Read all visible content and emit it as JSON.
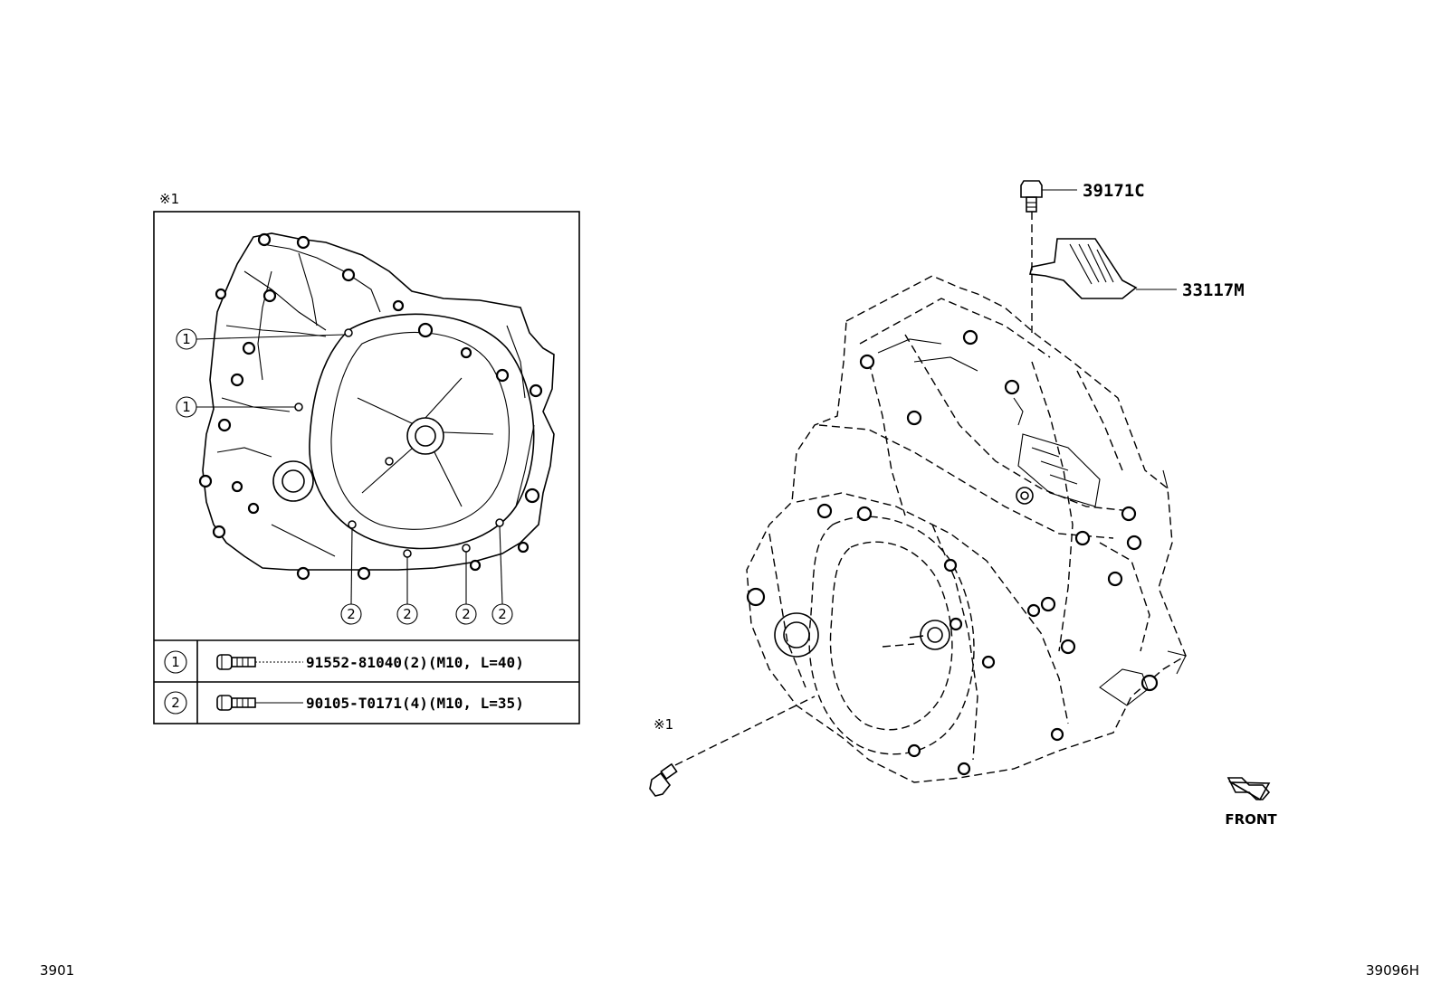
{
  "labels": {
    "marker_inset": "※1",
    "marker_bolt": "※1",
    "part_bolt_top": "39171C",
    "part_bracket": "33117M",
    "front": "FRONT",
    "page_left": "3901",
    "page_right": "39096H"
  },
  "callouts": {
    "one": "1",
    "two": "2"
  },
  "table": {
    "rows": [
      {
        "key": "1",
        "part": "91552-81040(2)(M10, L=40)"
      },
      {
        "key": "2",
        "part": "90105-T0171(4)(M10, L=35)"
      }
    ]
  }
}
